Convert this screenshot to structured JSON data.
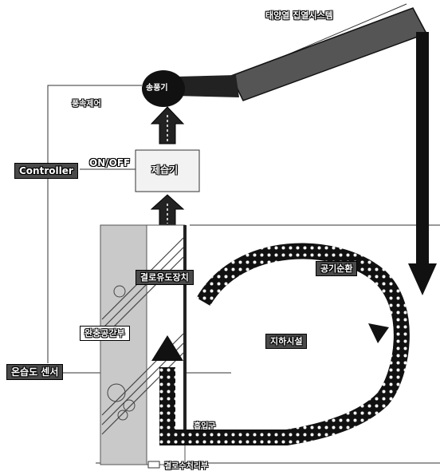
{
  "labels": {
    "solar_collector": "태양열 집열시스템",
    "blower": "송풍기",
    "fan_speed_control": "풍속제어",
    "controller": "Controller",
    "on_off": "ON/OFF",
    "dehumidifier": "제습기",
    "condensation_guide": "결로유도장치",
    "air_circulation": "공기순환",
    "buffer_space": "완충공간부",
    "underground_facility": "지하시설",
    "temp_humidity_sensor": "온습도 센서",
    "air_intake": "흡입구",
    "condensate_collector": "결로수처리부"
  },
  "colors": {
    "collector": "#555555",
    "buffer_wall": "#c9c9c9",
    "blower": "#111111",
    "arrow": "#111111",
    "dehumidifier_box": "#f2f2f2",
    "label_dark": "#4a4a4a"
  }
}
